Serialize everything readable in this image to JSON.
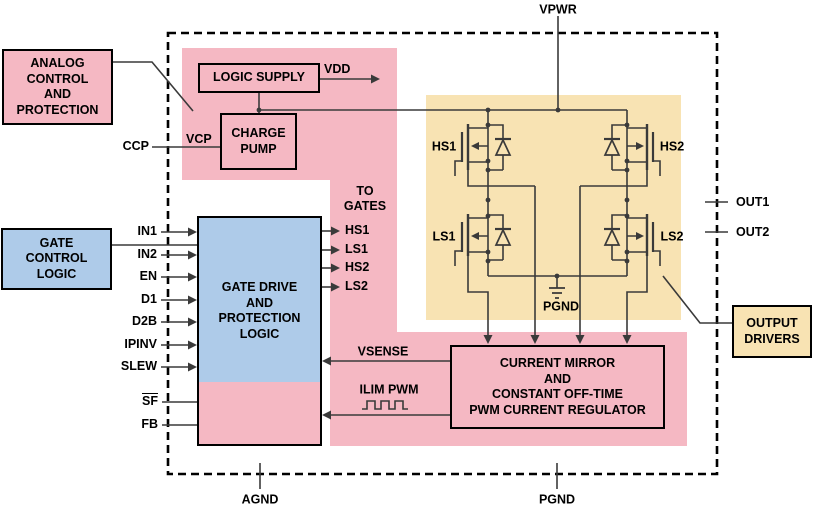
{
  "colors": {
    "pink": "#f5b8c3",
    "blue": "#aecbe9",
    "tan": "#f8e3b3",
    "wire": "#3a3a3a"
  },
  "blocks": {
    "analog_control": "ANALOG\nCONTROL\nAND\nPROTECTION",
    "gate_control": "GATE\nCONTROL\nLOGIC",
    "logic_supply": "LOGIC SUPPLY",
    "charge_pump": "CHARGE\nPUMP",
    "gate_drive": "GATE DRIVE\nAND\nPROTECTION\nLOGIC",
    "current_regulator": "CURRENT MIRROR\nAND\nCONSTANT OFF-TIME\nPWM CURRENT REGULATOR",
    "output_drivers": "OUTPUT\nDRIVERS"
  },
  "pins": {
    "vpwr": "VPWR",
    "ccp": "CCP",
    "vcp": "VCP",
    "vdd": "VDD",
    "inputs": [
      "IN1",
      "IN2",
      "EN",
      "D1",
      "D2B",
      "IPINV",
      "SLEW"
    ],
    "sf": "SF",
    "fb": "FB",
    "out1": "OUT1",
    "out2": "OUT2",
    "agnd": "AGND",
    "pgnd": "PGND"
  },
  "labels": {
    "to_gates": "TO\nGATES",
    "gates": [
      "HS1",
      "LS1",
      "HS2",
      "LS2"
    ],
    "vsense": "VSENSE",
    "ilim_pwm": "ILIM PWM",
    "pgnd_internal": "PGND",
    "fets": {
      "hs1": "HS1",
      "hs2": "HS2",
      "ls1": "LS1",
      "ls2": "LS2"
    }
  }
}
